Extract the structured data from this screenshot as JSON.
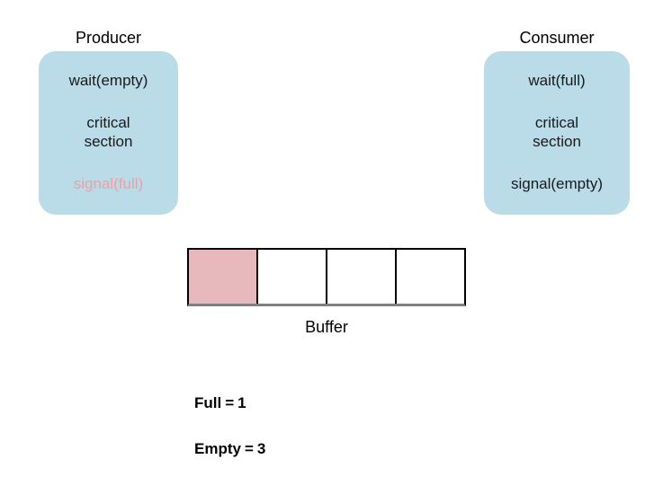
{
  "diagram": {
    "title_producer": "Producer",
    "title_consumer": "Consumer",
    "buffer_label": "Buffer"
  },
  "producer": {
    "title": "Producer",
    "lines": [
      {
        "text": "wait(empty)",
        "state": "active"
      },
      {
        "text": "critical",
        "state": "active"
      },
      {
        "text": "section",
        "state": "active"
      },
      {
        "text": "signal(full)",
        "state": "dimmed"
      }
    ]
  },
  "consumer": {
    "title": "Consumer",
    "lines": [
      {
        "text": "wait(full)",
        "state": "active"
      },
      {
        "text": "critical",
        "state": "active"
      },
      {
        "text": "section",
        "state": "active"
      },
      {
        "text": "signal(empty)",
        "state": "active"
      }
    ]
  },
  "buffer": {
    "label": "Buffer",
    "slot_count": 4,
    "cells": [
      {
        "index": 0,
        "filled": true
      },
      {
        "index": 1,
        "filled": false
      },
      {
        "index": 2,
        "filled": false
      },
      {
        "index": 3,
        "filled": false
      }
    ]
  },
  "semaphores": [
    {
      "name": "Full",
      "equals": "=",
      "value": "1"
    },
    {
      "name": "Empty",
      "equals": "=",
      "value": "3"
    }
  ],
  "colors": {
    "process_box_fill": "#b9dce8",
    "buffer_filled_cell": "#e7b9bd",
    "dimmed_text": "#eea0a2",
    "border_black": "#000000",
    "border_gray": "#808080",
    "background": "#ffffff"
  }
}
